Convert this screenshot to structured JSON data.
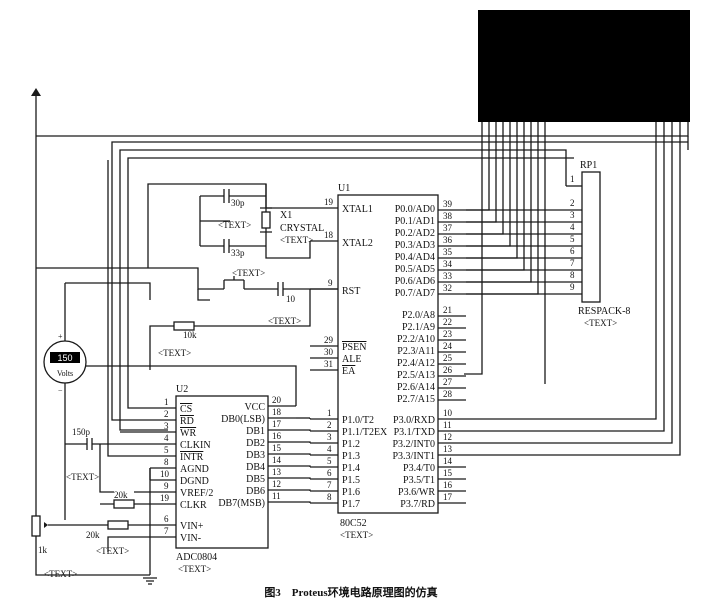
{
  "lcd_display": {
    "fill": "#000000"
  },
  "pin_numbers": {
    "39": "39",
    "38": "38",
    "37": "37",
    "36": "36",
    "35": "35",
    "34": "34",
    "33": "33",
    "32": "32",
    "21": "21",
    "22": "22",
    "23": "23",
    "24": "24",
    "25": "25",
    "26": "26",
    "27": "27",
    "28": "28",
    "29": "29",
    "30": "30",
    "31": "31",
    "19": "19",
    "18": "18",
    "9": "9",
    "p1": [
      "1",
      "2",
      "3",
      "4",
      "5",
      "6",
      "7",
      "8"
    ],
    "p3": [
      "10",
      "11",
      "12",
      "13",
      "14",
      "15",
      "16",
      "17"
    ],
    "adc_left": [
      "1",
      "2",
      "3",
      "4",
      "5",
      "8",
      "10",
      "9",
      "19",
      "6",
      "7"
    ],
    "adc_right": [
      "20",
      "18",
      "17",
      "16",
      "15",
      "14",
      "13",
      "12",
      "11"
    ],
    "rp": [
      "1",
      "2",
      "3",
      "4",
      "5",
      "6",
      "7",
      "8",
      "9"
    ]
  },
  "u1": {
    "ref": "U1",
    "part": "80C52",
    "text_tag": "<TEXT>",
    "xtal1": "XTAL1",
    "xtal2": "XTAL2",
    "rst": "RST",
    "psen": "PSEN",
    "ale": "ALE",
    "ea": "EA",
    "p0": [
      "P0.0/AD0",
      "P0.1/AD1",
      "P0.2/AD2",
      "P0.3/AD3",
      "P0.4/AD4",
      "P0.5/AD5",
      "P0.6/AD6",
      "P0.7/AD7"
    ],
    "p2": [
      "P2.0/A8",
      "P2.1/A9",
      "P2.2/A10",
      "P2.3/A11",
      "P2.4/A12",
      "P2.5/A13",
      "P2.6/A14",
      "P2.7/A15"
    ],
    "p1": [
      "P1.0/T2",
      "P1.1/T2EX",
      "P1.2",
      "P1.3",
      "P1.4",
      "P1.5",
      "P1.6",
      "P1.7"
    ],
    "p3": [
      "P3.0/RXD",
      "P3.1/TXD",
      "P3.2/INT0",
      "P3.3/INT1",
      "P3.4/T0",
      "P3.5/T1",
      "P3.6/WR",
      "P3.7/RD"
    ]
  },
  "u2": {
    "ref": "U2",
    "part": "ADC0804",
    "text_tag": "<TEXT>",
    "left": [
      "CS",
      "RD",
      "WR",
      "CLKIN",
      "INTR",
      "AGND",
      "DGND",
      "VREF/2",
      "CLKR",
      "VIN+",
      "VIN-"
    ],
    "right": [
      "VCC",
      "DB0(LSB)",
      "DB1",
      "DB2",
      "DB3",
      "DB4",
      "DB5",
      "DB6",
      "DB7(MSB)"
    ]
  },
  "rp1": {
    "ref": "RP1",
    "part": "RESPACK-8",
    "text_tag": "<TEXT>"
  },
  "crystal": {
    "ref": "X1",
    "part": "CRYSTAL",
    "text_tag": "<TEXT>"
  },
  "c_top": {
    "value": "30p",
    "text_tag": "<TEXT>"
  },
  "c_bottom": {
    "value": "33p"
  },
  "c_reset": {
    "value": "10",
    "text_tag": "<TEXT>"
  },
  "c_clk": {
    "value": "150p",
    "text_tag": "<TEXT>"
  },
  "reset_button": {
    "text_tag": "<TEXT>"
  },
  "r_reset": {
    "value": "10k",
    "text_tag": "<TEXT>"
  },
  "r_clk": {
    "value": "20k"
  },
  "r_vin": {
    "value": "20k",
    "text_tag": "<TEXT>"
  },
  "pot": {
    "value": "1k",
    "text_tag": "<TEXT>"
  },
  "voltmeter": {
    "reading": "150",
    "unit": "Volts"
  },
  "caption": "图3　Proteus环境电路原理图的仿真"
}
